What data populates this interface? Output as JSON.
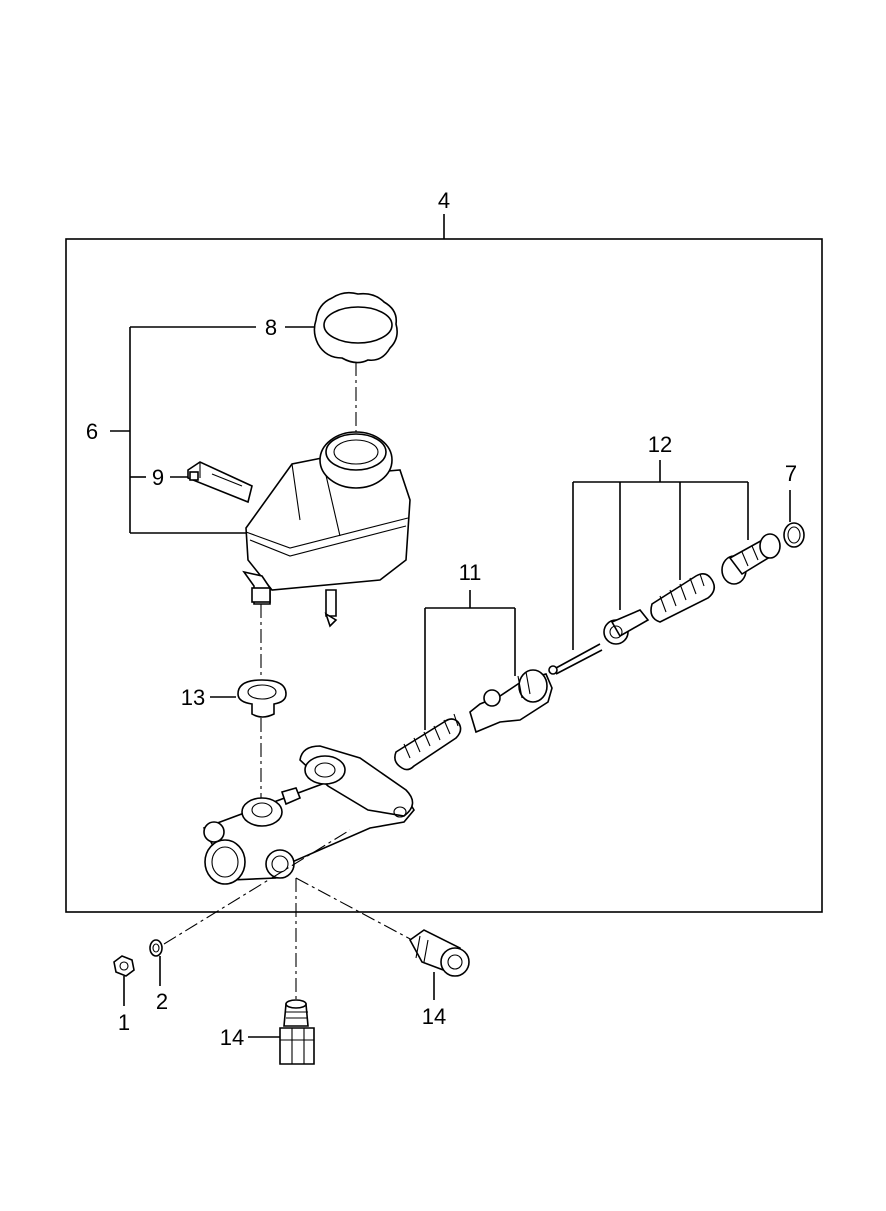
{
  "callouts": {
    "c1": "1",
    "c2": "2",
    "c4": "4",
    "c6": "6",
    "c7": "7",
    "c8": "8",
    "c9": "9",
    "c11": "11",
    "c12": "12",
    "c13": "13",
    "c14a": "14",
    "c14b": "14"
  },
  "colors": {
    "line": "#000000",
    "background": "#ffffff"
  }
}
